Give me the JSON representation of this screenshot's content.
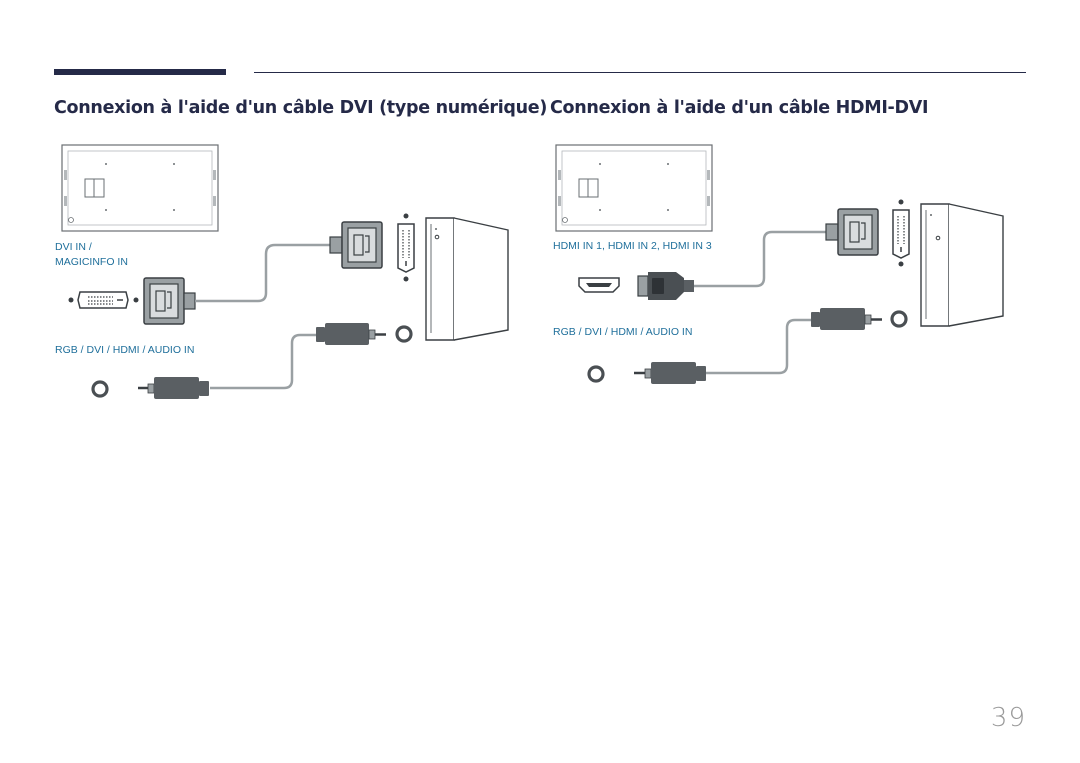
{
  "sections": [
    {
      "title": "Connexion à l'aide d'un câble DVI (type numérique)",
      "labels": [
        "DVI IN /",
        "MAGICINFO IN",
        "RGB / DVI / HDMI / AUDIO IN"
      ]
    },
    {
      "title": "Connexion à l'aide d'un câble HDMI-DVI",
      "labels": [
        "HDMI IN 1, HDMI IN 2, HDMI IN 3",
        "RGB / DVI / HDMI / AUDIO IN"
      ]
    }
  ],
  "page_number": "39",
  "colors": {
    "heading": "#252a48",
    "label": "#1f6f9b",
    "connector": "#5a5f63",
    "page_number": "#9a9a9a"
  },
  "icons": [
    "display-back-panel-icon",
    "dvi-port-icon",
    "dvi-plug-icon",
    "hdmi-port-icon",
    "hdmi-plug-icon",
    "audio-jack-icon",
    "audio-plug-icon",
    "pc-tower-icon"
  ]
}
